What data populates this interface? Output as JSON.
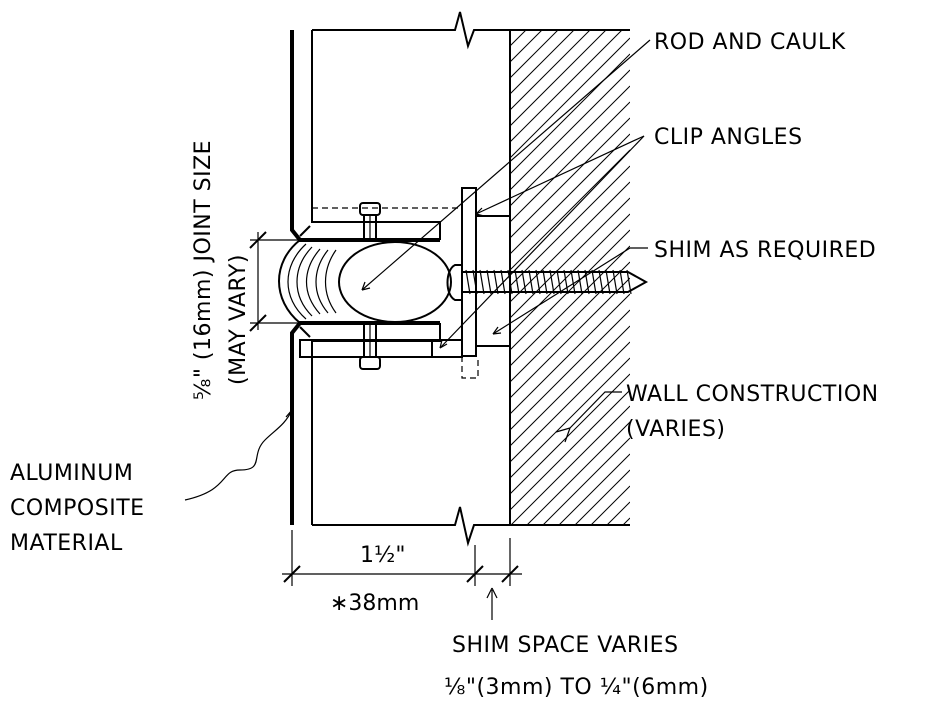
{
  "labels": {
    "rod_and_caulk": "ROD AND CAULK",
    "clip_angles": "CLIP ANGLES",
    "shim_as_required": "SHIM AS REQUIRED",
    "wall_construction_1": "WALL CONSTRUCTION",
    "wall_construction_2": "(VARIES)",
    "acm_1": "ALUMINUM",
    "acm_2": "COMPOSITE",
    "acm_3": "MATERIAL",
    "joint_size_1": "⅝\" (16mm) JOINT SIZE",
    "joint_size_2": "(MAY VARY)",
    "depth_in": "1½\"",
    "depth_mm": "∗38mm",
    "shim_space_1": "SHIM SPACE VARIES",
    "shim_space_2": "⅛\"(3mm) TO ¼\"(6mm)"
  },
  "colors": {
    "line": "#000000",
    "background": "#ffffff"
  }
}
